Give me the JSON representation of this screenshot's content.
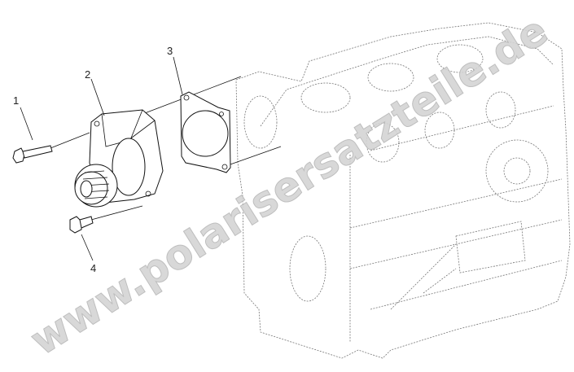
{
  "diagram": {
    "callouts": [
      {
        "number": "1",
        "part": "bolt"
      },
      {
        "number": "2",
        "part": "water-pump"
      },
      {
        "number": "3",
        "part": "gasket"
      },
      {
        "number": "4",
        "part": "bolt"
      }
    ],
    "watermark": "www.polarisersatzteile.de",
    "colors": {
      "lines": "#111111",
      "block_lines": "#777777",
      "watermark": "#d4d4d4"
    }
  }
}
